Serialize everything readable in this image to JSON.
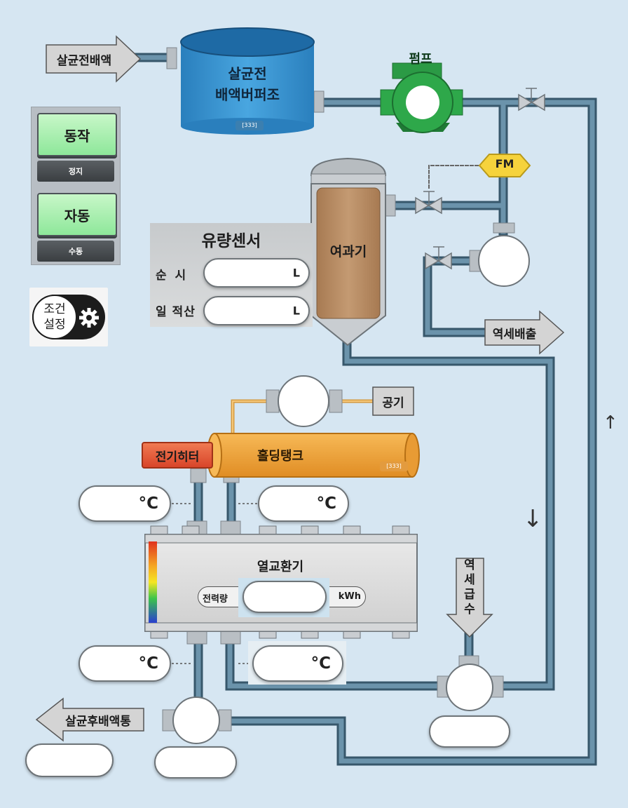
{
  "inflow_label": "살균전배액",
  "buffer_tank": {
    "line1": "살균전",
    "line2": "배액버퍼조",
    "plate": "[333]"
  },
  "pump_label": "펌프",
  "flow_meter_label": "FM",
  "filter_label": "여과기",
  "backwash_out_label": "역세배출",
  "backwash_in_label": [
    "역",
    "세",
    "급",
    "수"
  ],
  "air_label": "공기",
  "heater_label": "전기히터",
  "holding_tank": {
    "label": "홀딩탱크",
    "plate": "[333]"
  },
  "heat_exchanger": {
    "label": "열교환기",
    "power_label": "전력량",
    "power_unit": "kWh"
  },
  "outflow_label": "살균후배액통",
  "controls": {
    "run_button": "동작",
    "stop_button": "정지",
    "auto_button": "자동",
    "manual_button": "수동"
  },
  "settings": {
    "line1": "조건",
    "line2": "설정",
    "icon": "gear-icon"
  },
  "flow_sensor": {
    "title": "유량센서",
    "instant_label": "순 시",
    "instant_unit": "L",
    "total_label": "일 적산",
    "total_unit": "L"
  },
  "temp_unit": "°C",
  "flow_arrows": {
    "up": "↑",
    "down": "↓"
  },
  "colors": {
    "pipe": "#4f7890",
    "pump": "#2ea84a",
    "tank": "#3794d0",
    "filter": "#b98d66",
    "holding": "#f1a23a",
    "heater": "#e5593a",
    "button": "#8ee79a"
  }
}
